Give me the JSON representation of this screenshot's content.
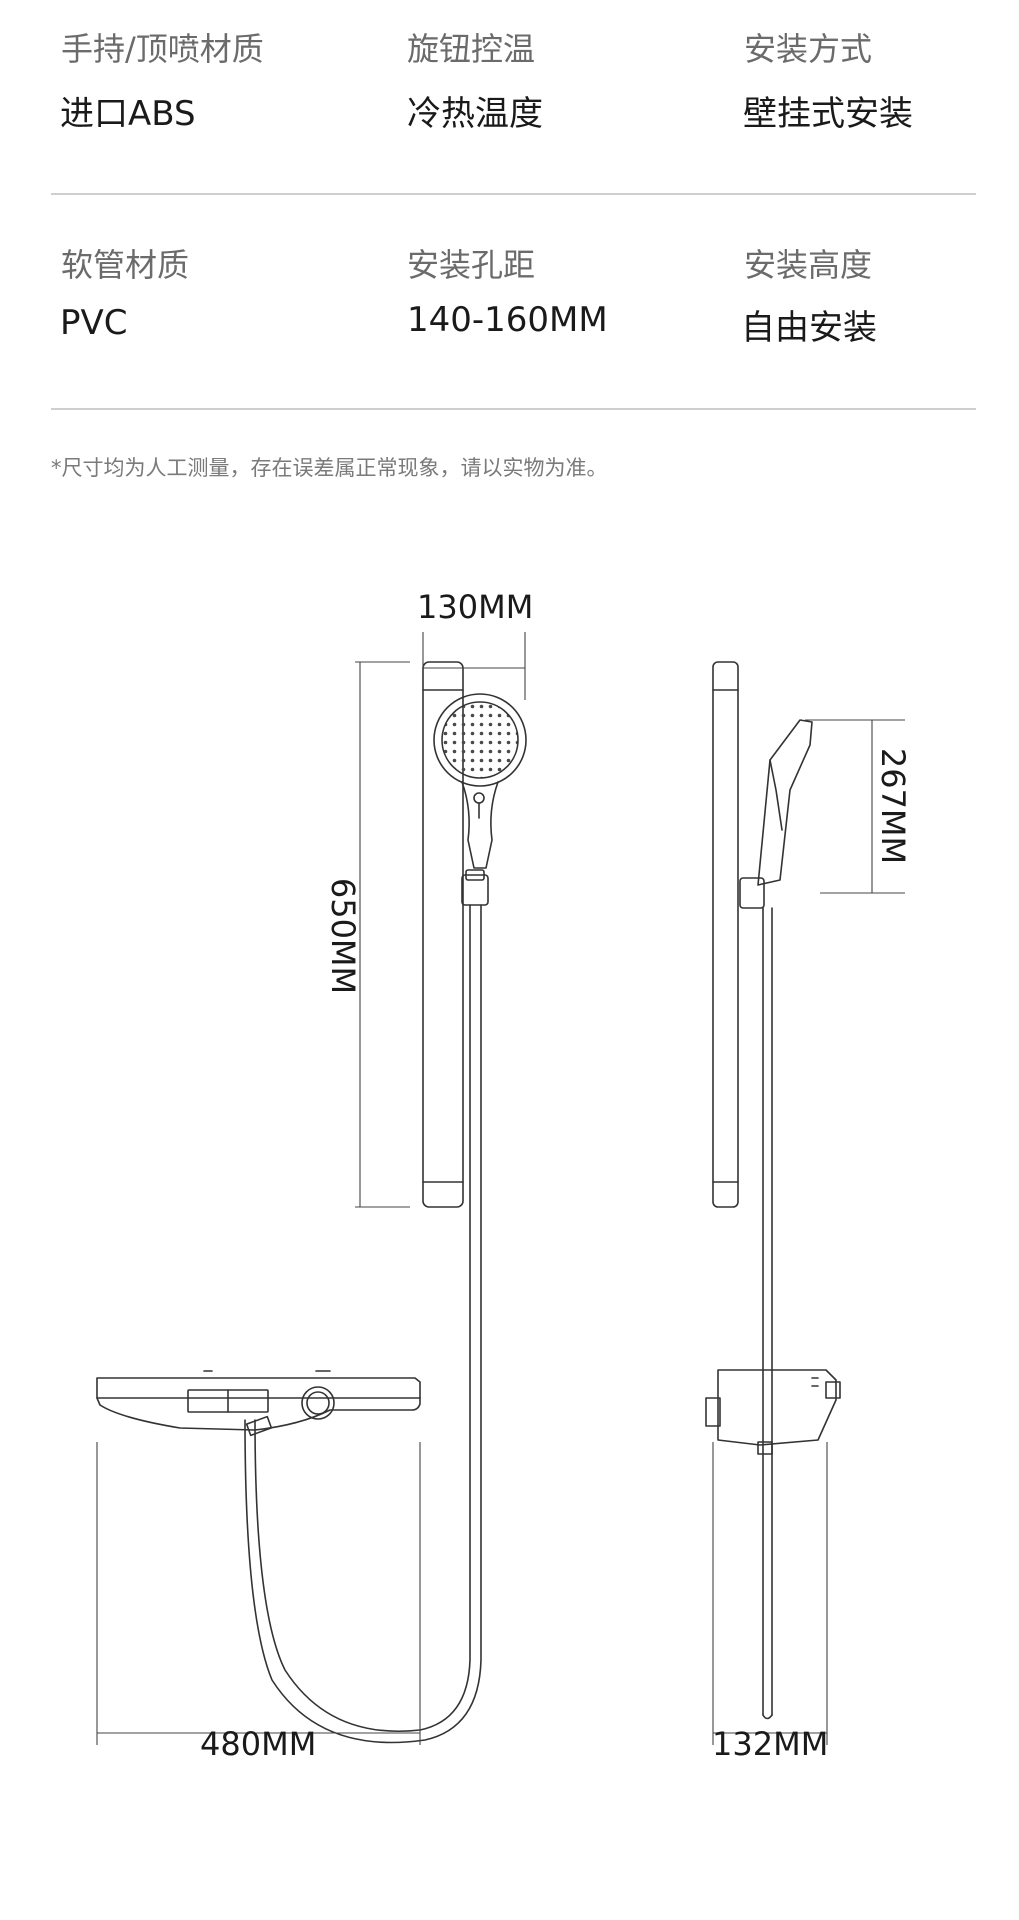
{
  "specs": {
    "row1": [
      {
        "label": "手持/顶喷材质",
        "value": "进口ABS"
      },
      {
        "label": "旋钮控温",
        "value": "冷热温度"
      },
      {
        "label": "安装方式",
        "value": "壁挂式安装"
      }
    ],
    "row2": [
      {
        "label": "软管材质",
        "value": "PVC"
      },
      {
        "label": "安装孔距",
        "value": "140-160MM"
      },
      {
        "label": "安装高度",
        "value": "自由安装"
      }
    ]
  },
  "note": "*尺寸均为人工测量，存在误差属正常现象，请以实物为准。",
  "dimensions": {
    "head_width": "130MM",
    "bar_height": "650MM",
    "handset_length": "267MM",
    "shelf_width": "480MM",
    "shelf_depth": "132MM"
  }
}
